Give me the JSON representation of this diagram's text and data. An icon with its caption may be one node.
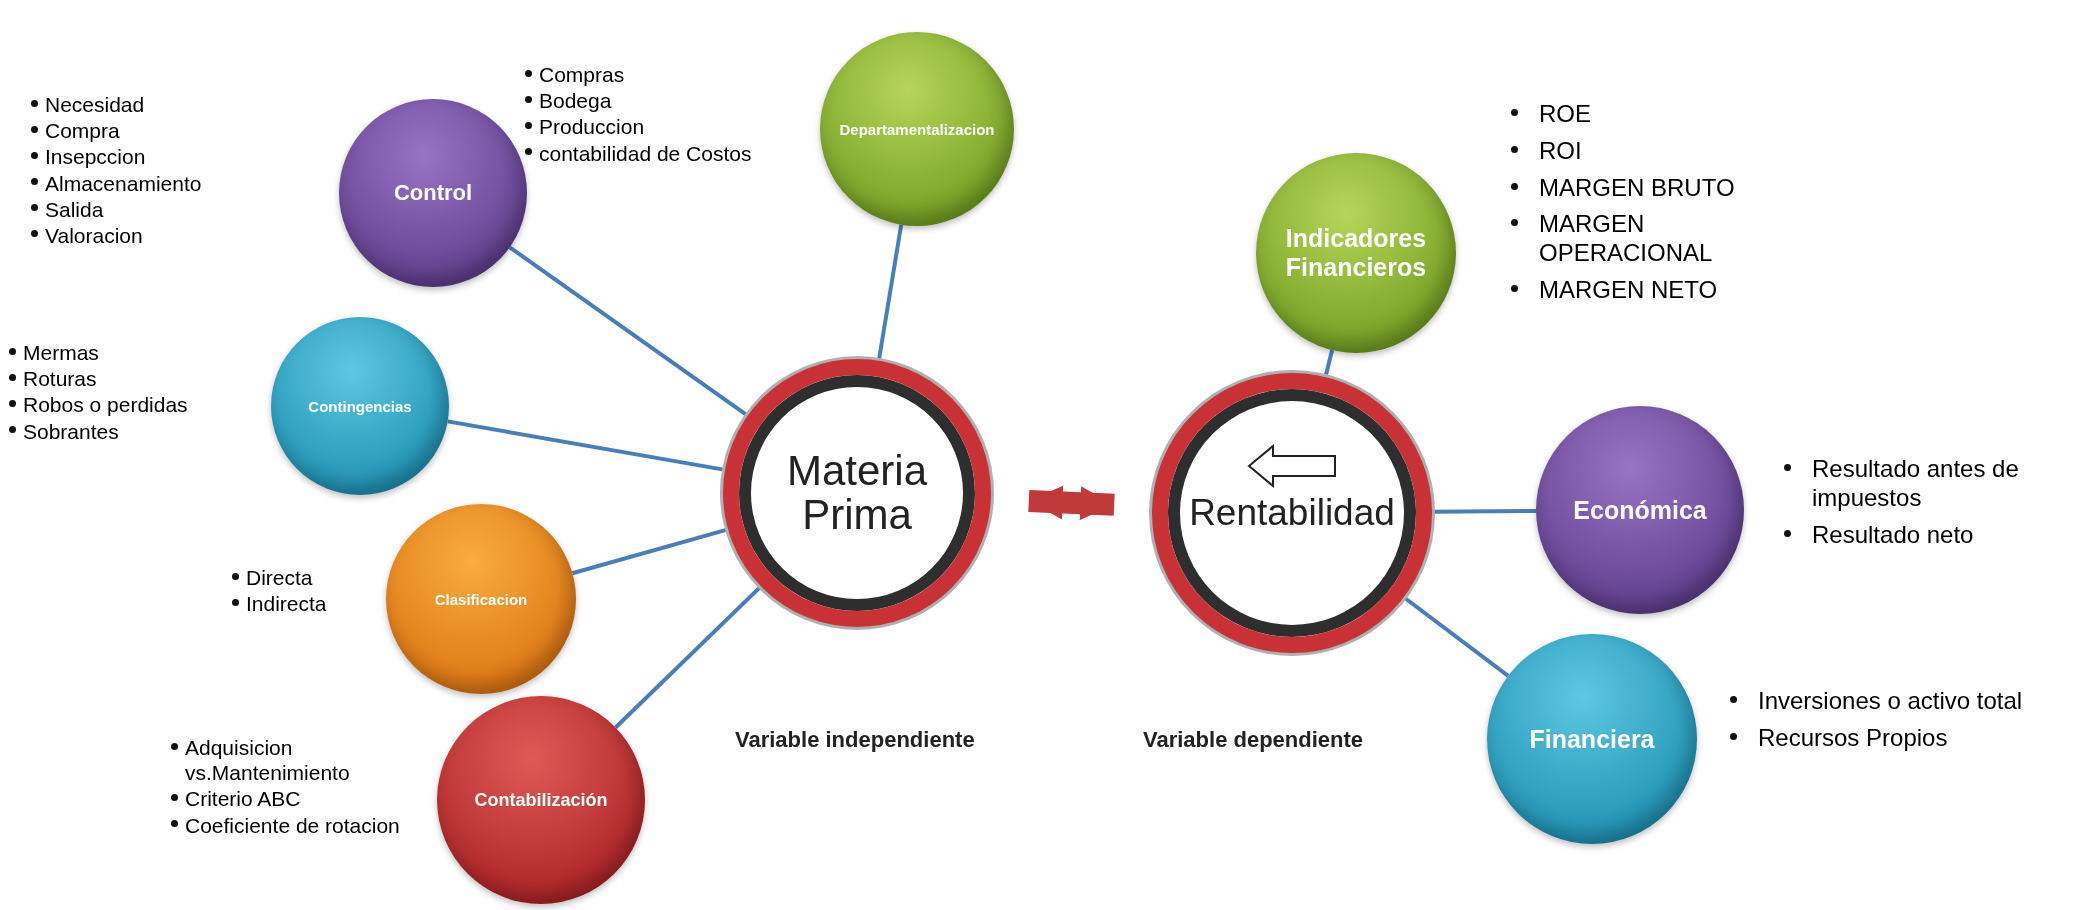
{
  "diagram": {
    "nodes": [
      {
        "text": [
          "Departamentalizacion"
        ],
        "beside": [
          "Compras",
          "Bodega",
          "Produccion",
          "contabilidad de Costos"
        ]
      },
      {
        "text": [
          "Control"
        ],
        "beside": [
          "Necesidad",
          "Compra",
          "Insepccion",
          "Almacenamiento",
          "Salida",
          "Valoracion"
        ]
      },
      {
        "text": [
          "Indicadores Financieros"
        ],
        "beside": [
          "ROE",
          "ROI",
          "MARGEN BRUTO",
          "MARGEN OPERACIONAL",
          "MARGEN NETO"
        ]
      },
      {
        "text": [
          "Contingencias"
        ],
        "beside": [
          "Mermas",
          "Roturas",
          "Robos o perdidas",
          "Sobrantes"
        ]
      },
      {
        "text": [
          "Materia Prima"
        ]
      },
      {
        "text": [
          "Rentabilidad"
        ]
      },
      {
        "text": [
          "Económica"
        ],
        "beside": [
          "Resultado antes de impuestos",
          "Resultado neto"
        ]
      },
      {
        "text": [
          "Clasificacion"
        ],
        "beside": [
          "Directa",
          "Indirecta"
        ]
      },
      {
        "text": [
          "Financiera"
        ],
        "beside": [
          "Inversiones o activo total",
          "Recursos Propios"
        ]
      },
      {
        "text": [
          "Contabilización"
        ],
        "beside": [
          "Adquisicion vs.Mantenimiento",
          "Criterio ABC",
          "Coeficiente de rotacion"
        ]
      }
    ],
    "edges": [
      {
        "from": 4,
        "to": 5,
        "arrow": "both",
        "style": "thick",
        "color": "#c0393b"
      },
      {
        "from": 0,
        "to": 4,
        "arrow": "none"
      },
      {
        "from": 1,
        "to": 4,
        "arrow": "none"
      },
      {
        "from": 3,
        "to": 4,
        "arrow": "none"
      },
      {
        "from": 7,
        "to": 4,
        "arrow": "none"
      },
      {
        "from": 9,
        "to": 4,
        "arrow": "none"
      },
      {
        "from": 2,
        "to": 5,
        "arrow": "none"
      },
      {
        "from": 6,
        "to": 5,
        "arrow": "none"
      },
      {
        "from": 8,
        "to": 5,
        "arrow": "none"
      }
    ],
    "labels": [
      "Variable independiente",
      "Variable dependiente"
    ]
  }
}
